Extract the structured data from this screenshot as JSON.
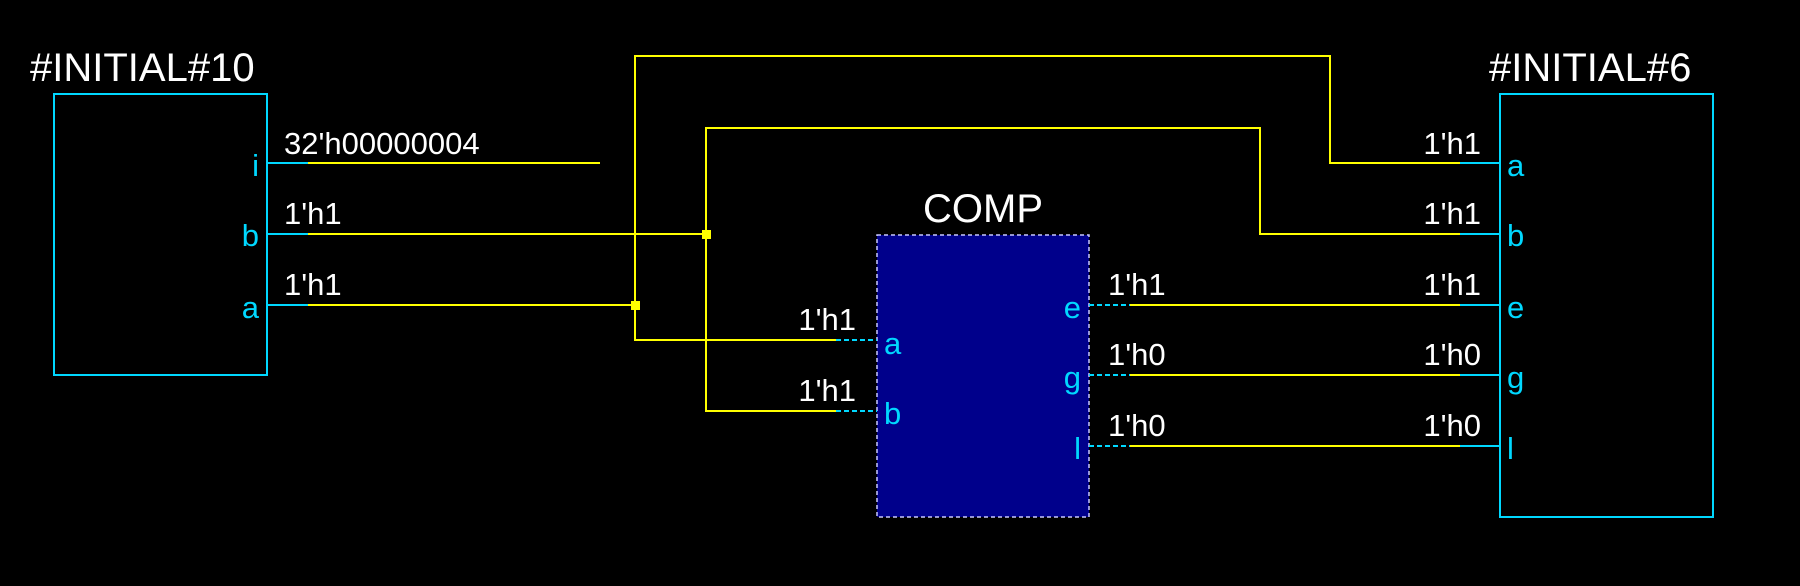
{
  "modules": {
    "left": {
      "title": "#INITIAL#10",
      "ports": [
        "i",
        "b",
        "a"
      ]
    },
    "center": {
      "title": "COMP",
      "inputs": [
        "a",
        "b"
      ],
      "outputs": [
        "e",
        "g",
        "l"
      ]
    },
    "right": {
      "title": "#INITIAL#6",
      "ports": [
        "a",
        "b",
        "e",
        "g",
        "l"
      ]
    }
  },
  "signals": {
    "left_i": "32'h00000004",
    "left_b": "1'h1",
    "left_a": "1'h1",
    "comp_in_a": "1'h1",
    "comp_in_b": "1'h1",
    "comp_out_e": "1'h1",
    "comp_out_g": "1'h0",
    "comp_out_l": "1'h0",
    "right_a": "1'h1",
    "right_b": "1'h1",
    "right_e": "1'h1",
    "right_g": "1'h0",
    "right_l": "1'h0"
  },
  "colors": {
    "background": "#000000",
    "wire": "#ffff00",
    "port": "#00d8ff",
    "module_fill": "#00008b",
    "text": "#ffffff"
  }
}
